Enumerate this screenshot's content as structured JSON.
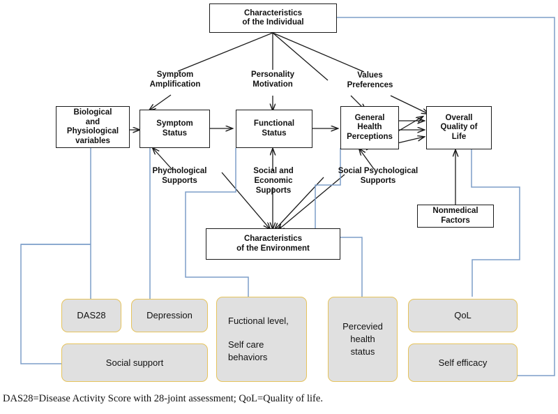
{
  "diagram": {
    "title_caption": "DAS28=Disease Activity Score with 28-joint assessment; QoL=Quality of life.",
    "colors": {
      "node_border": "#1a1a1a",
      "node_fill": "#ffffff",
      "measure_border": "#e6c35c",
      "measure_fill": "#e0e0e0",
      "connector_blue": "#7d9ec9",
      "arrow_black": "#1a1a1a"
    },
    "model_nodes": [
      {
        "id": "characteristics-individual",
        "lines": [
          "Characteristics",
          "of the Individual"
        ]
      },
      {
        "id": "biological-physiological",
        "lines": [
          "Biological",
          "and",
          "Physiological",
          "variables"
        ]
      },
      {
        "id": "symptom-status",
        "lines": [
          "Symptom",
          "Status"
        ]
      },
      {
        "id": "functional-status",
        "lines": [
          "Functional",
          "Status"
        ]
      },
      {
        "id": "general-health-perceptions",
        "lines": [
          "General",
          "Health",
          "Perceptions"
        ]
      },
      {
        "id": "overall-quality-of-life",
        "lines": [
          "Overall",
          "Quality of",
          "Life"
        ]
      },
      {
        "id": "nonmedical-factors",
        "lines": [
          "Nonmedical",
          "Factors"
        ]
      },
      {
        "id": "characteristics-environment",
        "lines": [
          "Characteristics",
          "of  the  Environment"
        ]
      }
    ],
    "mediator_labels": [
      {
        "id": "symptom-amplification",
        "lines": [
          "Symptom",
          "Amplification"
        ]
      },
      {
        "id": "personality-motivation",
        "lines": [
          "Personality",
          "Motivation"
        ]
      },
      {
        "id": "values-preferences",
        "lines": [
          "Values",
          "Preferences"
        ]
      },
      {
        "id": "phychological-supports",
        "lines": [
          "Phychological",
          "Supports"
        ]
      },
      {
        "id": "social-economic-supports",
        "lines": [
          "Social and",
          "Economic",
          "Supports"
        ]
      },
      {
        "id": "social-psychological-supports",
        "lines": [
          "Social Psychological",
          "Supports"
        ]
      }
    ],
    "measure_nodes": [
      {
        "id": "das28",
        "lines": [
          "DAS28"
        ]
      },
      {
        "id": "depression",
        "lines": [
          "Depression"
        ]
      },
      {
        "id": "functional-level-self-care",
        "lines": [
          "Fuctional level,",
          "",
          "Self care",
          "behaviors"
        ]
      },
      {
        "id": "perceived-health-status",
        "lines": [
          "Percevied",
          "health",
          "status"
        ]
      },
      {
        "id": "qol",
        "lines": [
          "QoL"
        ]
      },
      {
        "id": "social-support",
        "lines": [
          "Social support"
        ]
      },
      {
        "id": "self-efficacy",
        "lines": [
          "Self efficacy"
        ]
      }
    ]
  }
}
